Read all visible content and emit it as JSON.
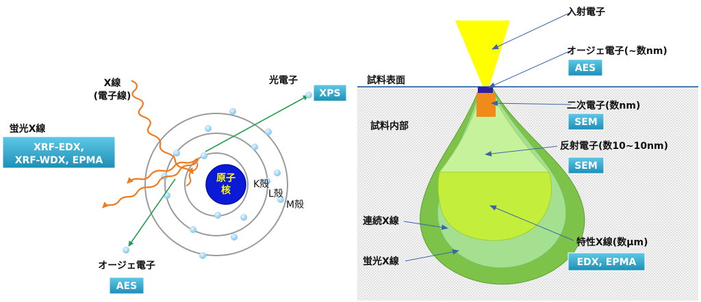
{
  "left": {
    "nucleus": [
      "原子",
      "核"
    ],
    "shells": {
      "k": "K殻",
      "l": "L殻",
      "m": "M殻"
    },
    "xray_in": [
      "X線",
      "(電子線)"
    ],
    "photoelectron": "光電子",
    "xps": "XPS",
    "fluor": "蛍光X線",
    "xrf": [
      "XRF-EDX,",
      "XRF-WDX, EPMA"
    ],
    "auger": "オージェ電子",
    "aes": "AES"
  },
  "right": {
    "incident": "入射電子",
    "auger": "オージェ電子(~数nm)",
    "aes": "AES",
    "surface": "試料表面",
    "secondary": "二次電子(数nm)",
    "sem1": "SEM",
    "inside": "試料内部",
    "backscatter": "反射電子(数10~10nm)",
    "sem2": "SEM",
    "continuous": "連続X線",
    "characteristic": "特性X線(数μm)",
    "edx": "EDX, EPMA",
    "fluorescent": "蛍光X線"
  },
  "colors": {
    "tag": "#2aa6c6",
    "orange": "#f07a1e",
    "green": "#22a050",
    "beam": "#ffff00",
    "surface": "#4a7ab0"
  }
}
